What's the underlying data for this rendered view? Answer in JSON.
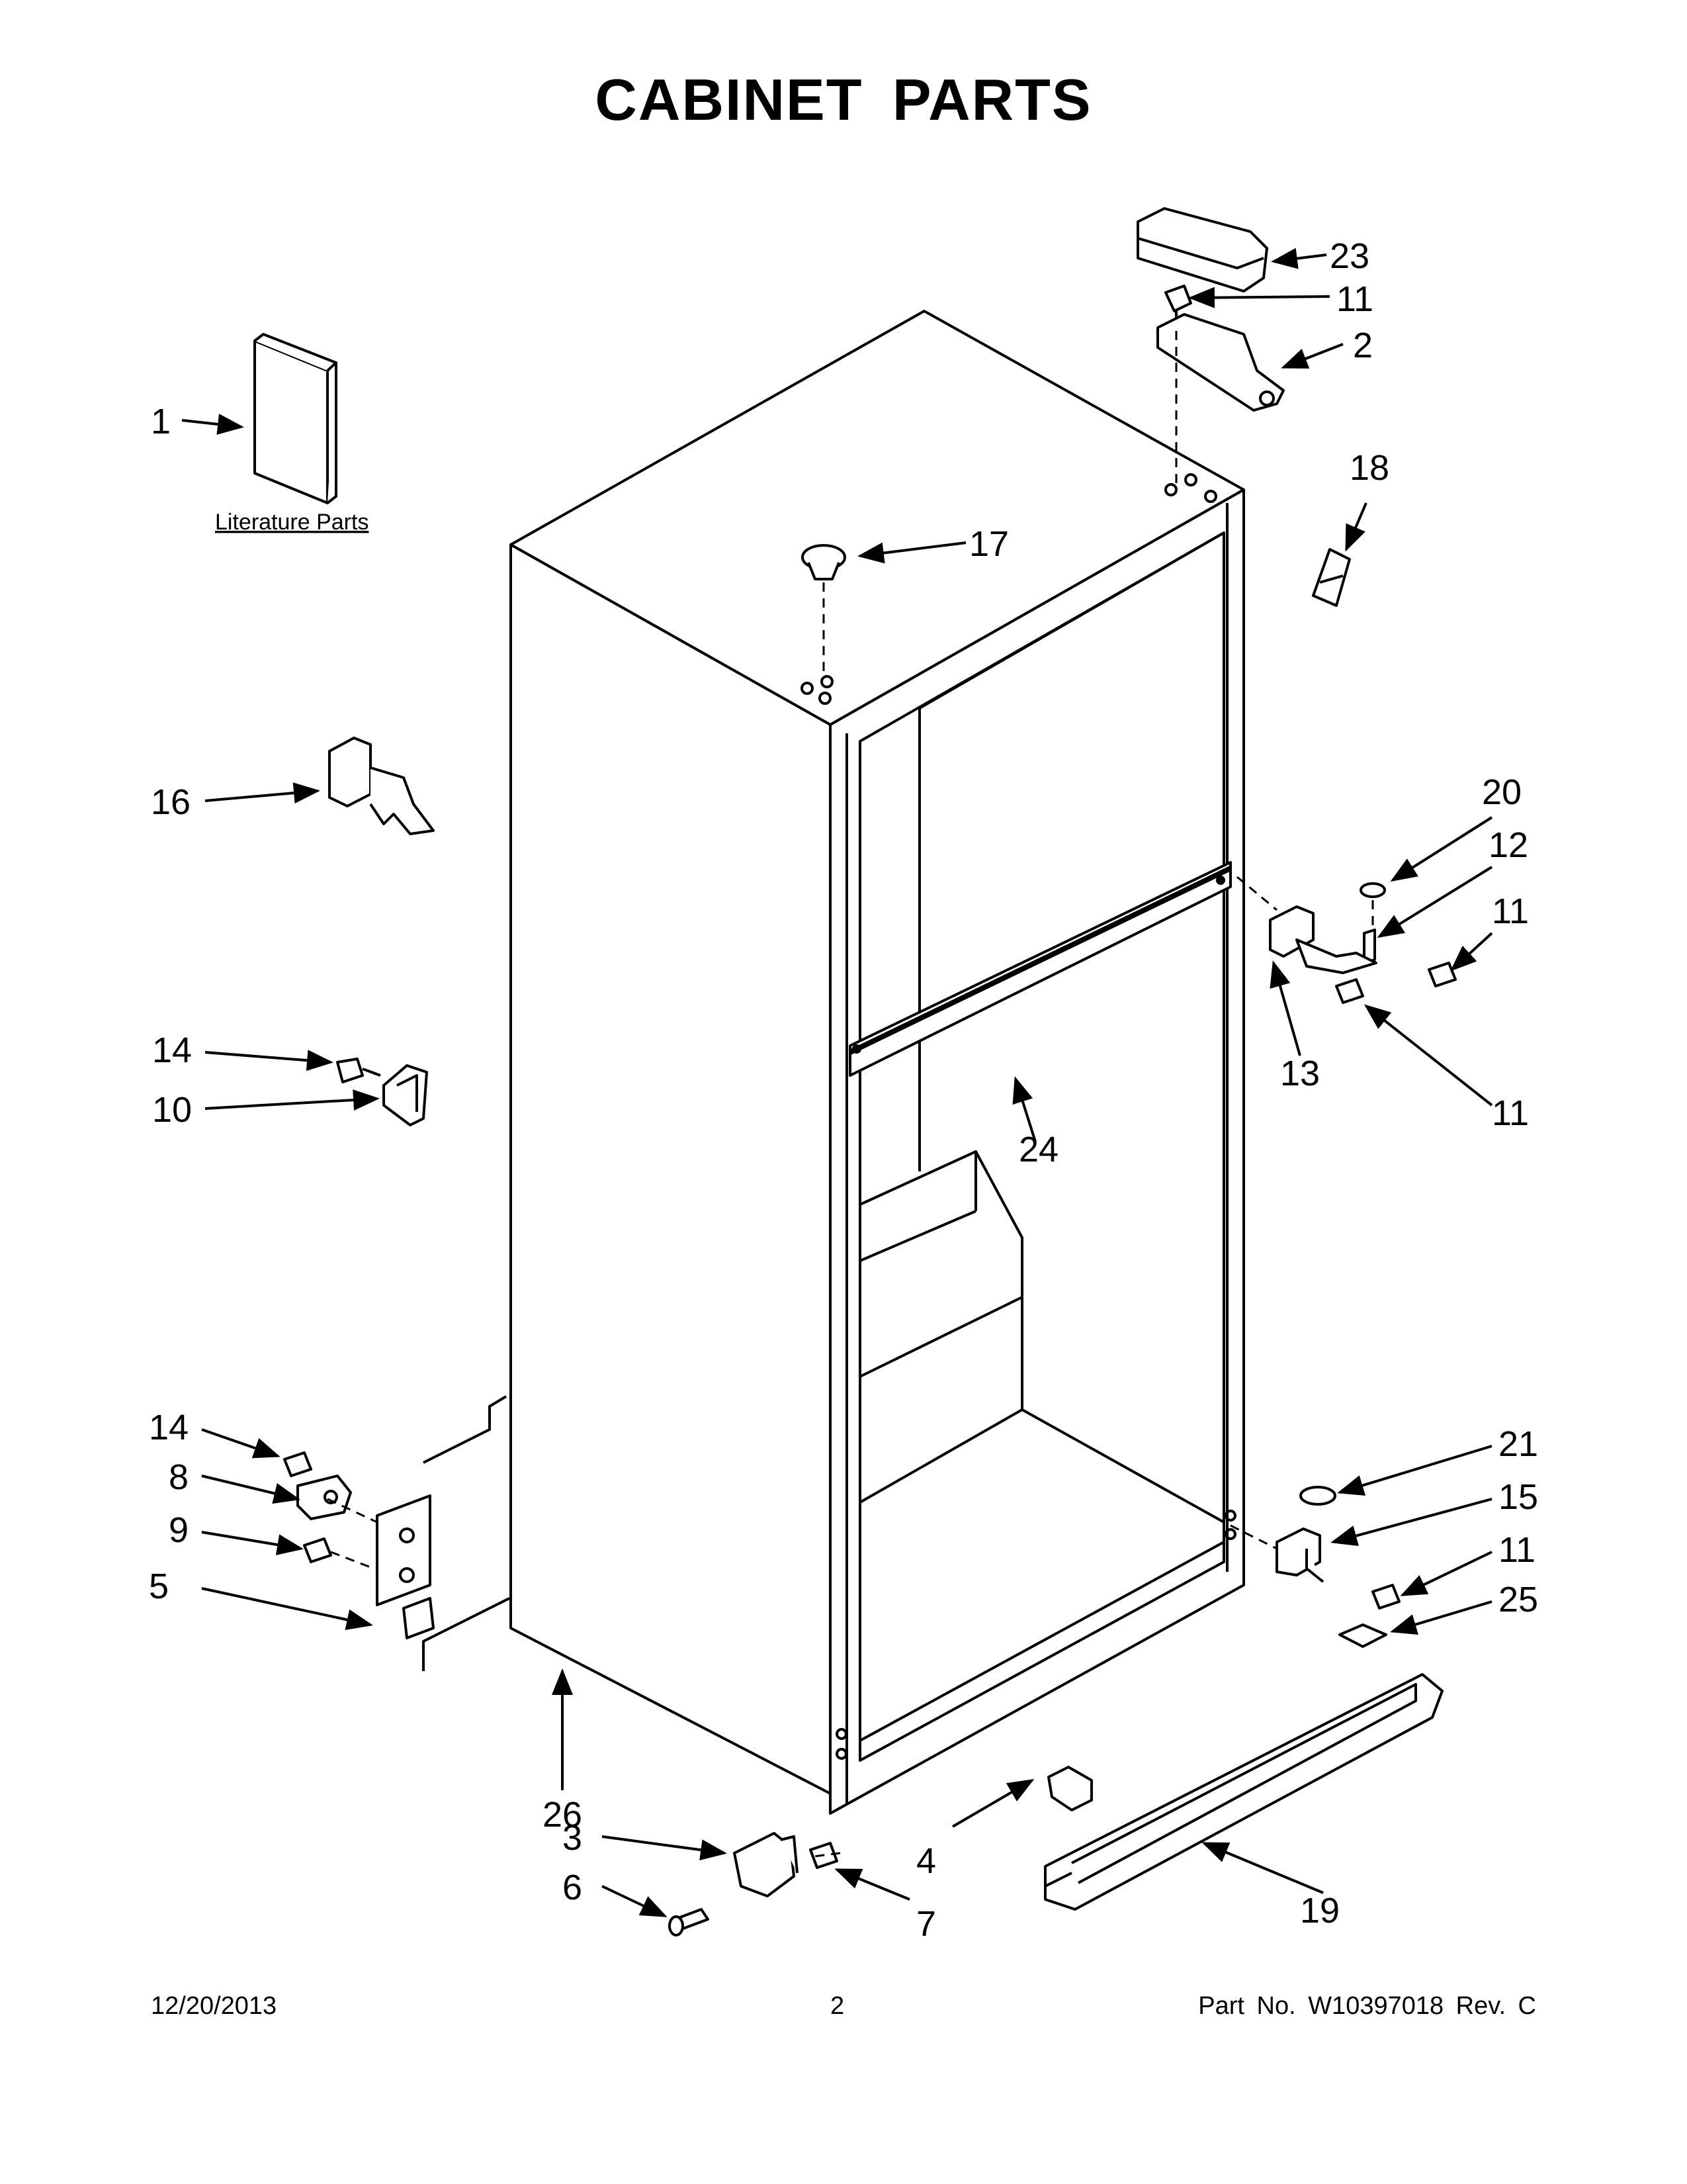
{
  "title": "CABINET PARTS",
  "literature_label": "Literature Parts",
  "callouts": {
    "c1": "1",
    "c2": "2",
    "c3": "3",
    "c4": "4",
    "c5": "5",
    "c6": "6",
    "c7": "7",
    "c8": "8",
    "c9": "9",
    "c10": "10",
    "c11a": "11",
    "c11b": "11",
    "c11c": "11",
    "c11d": "11",
    "c12": "12",
    "c13": "13",
    "c14a": "14",
    "c14b": "14",
    "c15": "15",
    "c16": "16",
    "c17": "17",
    "c18": "18",
    "c19": "19",
    "c20": "20",
    "c21": "21",
    "c23": "23",
    "c24": "24",
    "c25": "25",
    "c26": "26"
  },
  "footer": {
    "date": "12/20/2013",
    "page": "2",
    "part": "Part No.  W10397018  Rev.  C"
  }
}
